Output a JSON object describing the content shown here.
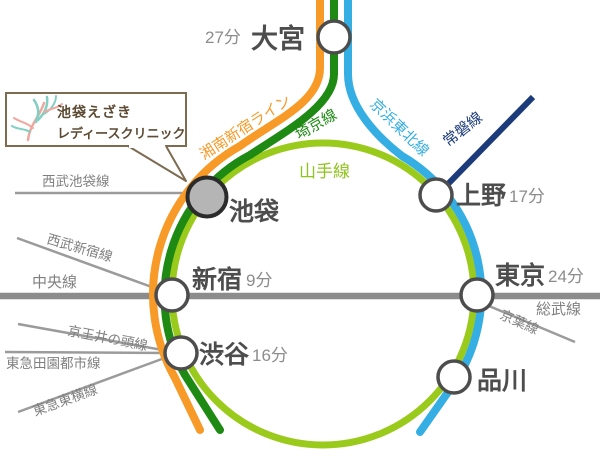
{
  "clinic": {
    "name_line1": "池袋えざき",
    "name_line2": "レディースクリニック"
  },
  "stations": {
    "omiya": {
      "name": "大宮",
      "time": "27分"
    },
    "ikebukuro": {
      "name": "池袋"
    },
    "ueno": {
      "name": "上野",
      "time": "17分"
    },
    "tokyo": {
      "name": "東京",
      "time": "24分"
    },
    "shinagawa": {
      "name": "品川"
    },
    "shibuya": {
      "name": "渋谷",
      "time": "16分"
    },
    "shinjuku": {
      "name": "新宿",
      "time": "9分"
    }
  },
  "lines": {
    "shonan_shinjuku": {
      "label": "湘南新宿ライン",
      "color": "#F79A28"
    },
    "saikyo": {
      "label": "埼京線",
      "color": "#1E8A14"
    },
    "yamanote": {
      "label": "山手線",
      "color": "#9ACB1C",
      "label_color": "#8FC31E"
    },
    "keihin_tohoku": {
      "label": "京浜東北線",
      "color": "#35AEE3"
    },
    "joban": {
      "label": "常磐線",
      "color": "#1C3B7A"
    },
    "chuo": {
      "label": "中央線",
      "color": "#8C8C8C"
    },
    "sobu": {
      "label": "総武線"
    },
    "keiyo": {
      "label": "京葉線",
      "color": "#999999"
    },
    "seibu_ikebukuro": {
      "label": "西武池袋線",
      "color": "#999999"
    },
    "seibu_shinjuku": {
      "label": "西武新宿線"
    },
    "keio_inokashira": {
      "label": "京王井の頭線"
    },
    "tokyu_denentoshi": {
      "label": "東急田園都市線"
    },
    "tokyu_toyoko": {
      "label": "東急東横線"
    }
  },
  "colors": {
    "station_ring": "#4d4d4d",
    "ikebukuro_fill": "#B5B5B5",
    "callout_border": "#7D6B52",
    "logo_pink": "#EFA8A0",
    "logo_teal": "#83CFC4"
  }
}
